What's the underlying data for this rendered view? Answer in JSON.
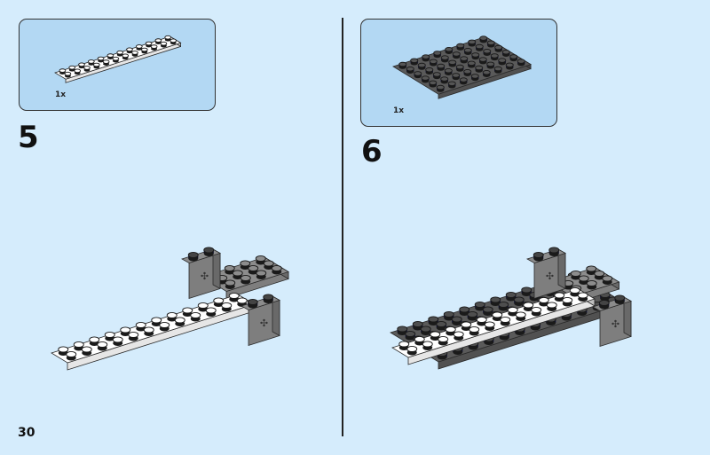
{
  "page_number": "30",
  "steps": [
    {
      "number": "5",
      "parts_qty": "1x"
    },
    {
      "number": "6",
      "parts_qty": "1x"
    }
  ],
  "colors": {
    "background": "#d5ecfc",
    "callout": "#b3d8f3",
    "white_part": "#ffffff",
    "dark_gray_part": "#5a5a5a",
    "light_gray_part": "#8c8c8c"
  }
}
